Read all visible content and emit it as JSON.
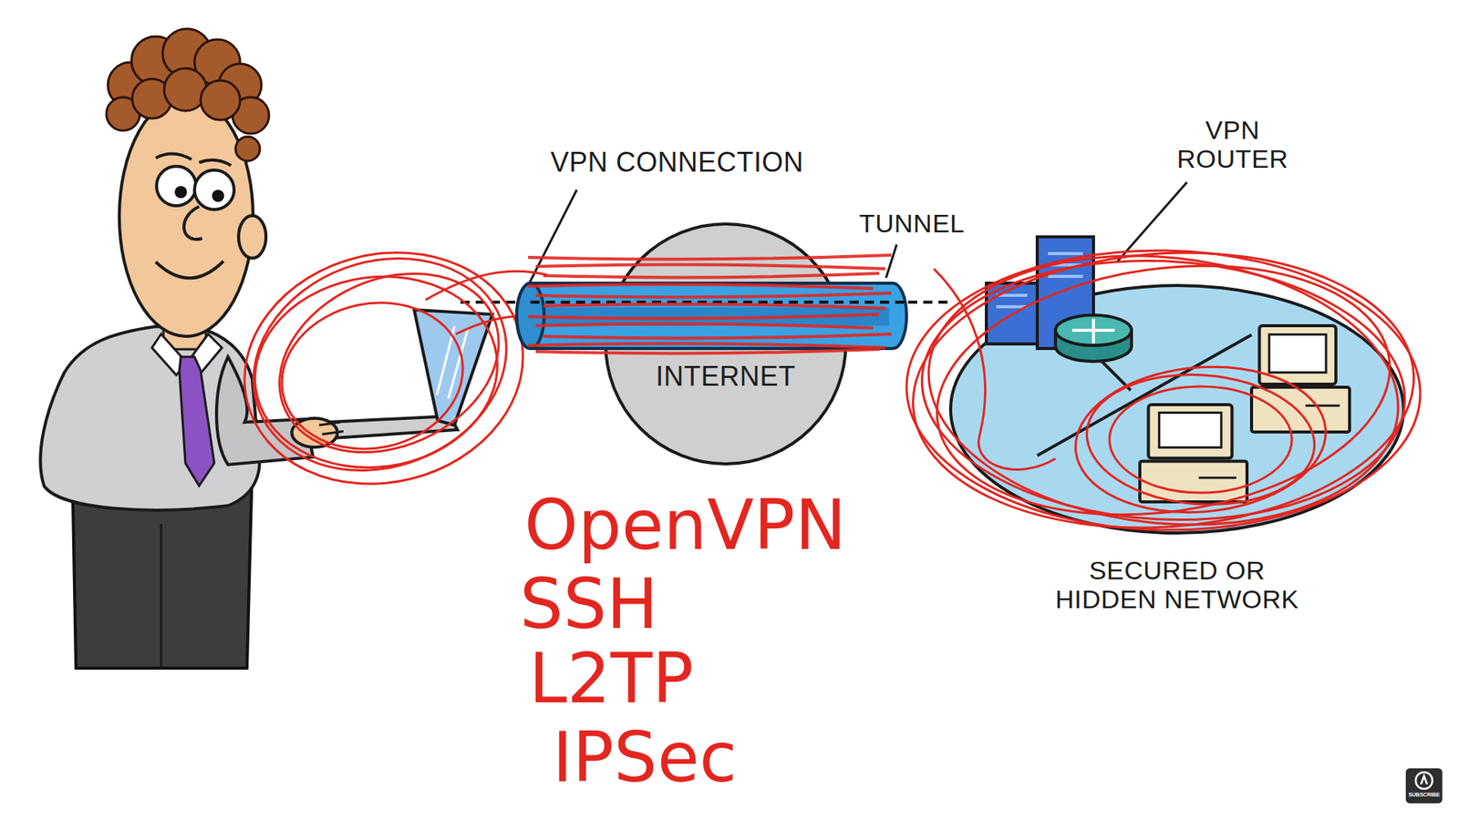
{
  "diagram": {
    "nodes": [
      {
        "text": [
          "INTERNET"
        ]
      },
      {
        "text": [
          "SECURED OR HIDDEN NETWORK"
        ]
      }
    ],
    "edges": [
      {
        "from": 0,
        "to": 1,
        "arrow": "none"
      }
    ],
    "labels": [
      "VPN CONNECTION",
      "TUNNEL",
      "VPN ROUTER",
      "OpenVPN",
      "SSH",
      "L2TP",
      "IPSec",
      "SUBSCRIBE"
    ]
  }
}
